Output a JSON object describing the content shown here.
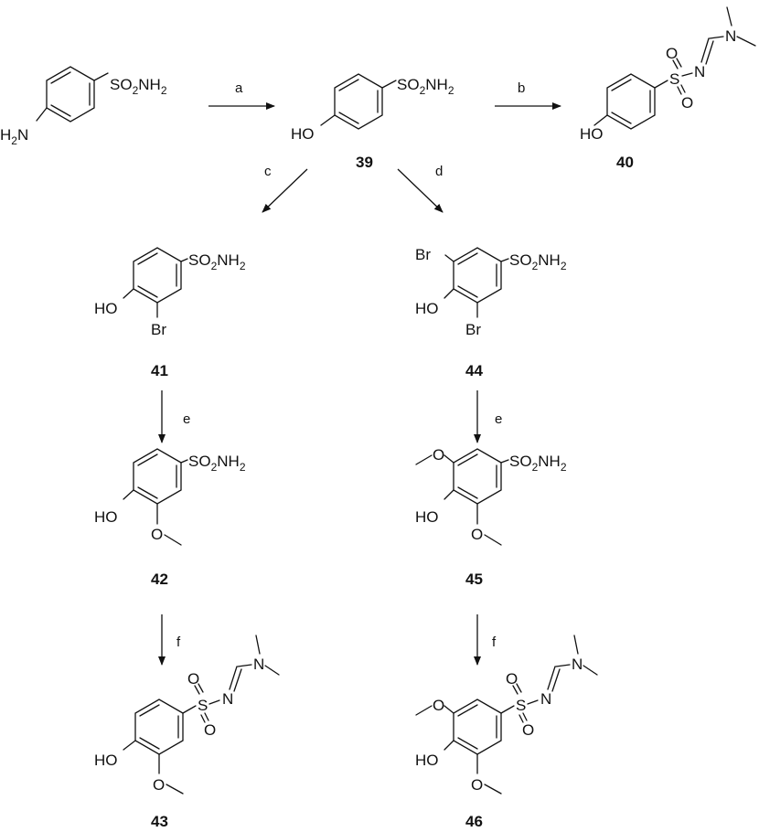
{
  "compounds": [
    {
      "id": "aminobenzenesulfonamide",
      "label": "",
      "groups": [
        "SO2NH2",
        "H2N"
      ]
    },
    {
      "id": "c39",
      "label": "39",
      "groups": [
        "SO2NH2",
        "HO"
      ]
    },
    {
      "id": "c40",
      "label": "40",
      "groups": [
        "HO",
        "S",
        "O",
        "O",
        "N",
        "N"
      ]
    },
    {
      "id": "c41",
      "label": "41",
      "groups": [
        "SO2NH2",
        "HO",
        "Br"
      ]
    },
    {
      "id": "c44",
      "label": "44",
      "groups": [
        "SO2NH2",
        "Br",
        "HO",
        "Br"
      ]
    },
    {
      "id": "c42",
      "label": "42",
      "groups": [
        "SO2NH2",
        "HO",
        "O"
      ]
    },
    {
      "id": "c45",
      "label": "45",
      "groups": [
        "SO2NH2",
        "O",
        "HO",
        "O"
      ]
    },
    {
      "id": "c43",
      "label": "43",
      "groups": [
        "HO",
        "O",
        "S",
        "O",
        "O",
        "N",
        "N"
      ]
    },
    {
      "id": "c46",
      "label": "46",
      "groups": [
        "O",
        "HO",
        "O",
        "S",
        "O",
        "O",
        "N",
        "N"
      ]
    }
  ],
  "steps": [
    {
      "label": "a",
      "from": "aminobenzenesulfonamide",
      "to": "c39"
    },
    {
      "label": "b",
      "from": "c39",
      "to": "c40"
    },
    {
      "label": "c",
      "from": "c39",
      "to": "c41"
    },
    {
      "label": "d",
      "from": "c39",
      "to": "c44"
    },
    {
      "label": "e",
      "from": "c41",
      "to": "c42"
    },
    {
      "label": "e",
      "from": "c44",
      "to": "c45"
    },
    {
      "label": "f",
      "from": "c42",
      "to": "c43"
    },
    {
      "label": "f",
      "from": "c45",
      "to": "c46"
    }
  ],
  "glyphs": {
    "so2nh2": [
      "SO",
      "2",
      "NH",
      "2"
    ],
    "h2n": [
      "H",
      "2",
      "N"
    ],
    "ho": "HO",
    "br": "Br",
    "o": "O",
    "s": "S",
    "n": "N"
  }
}
